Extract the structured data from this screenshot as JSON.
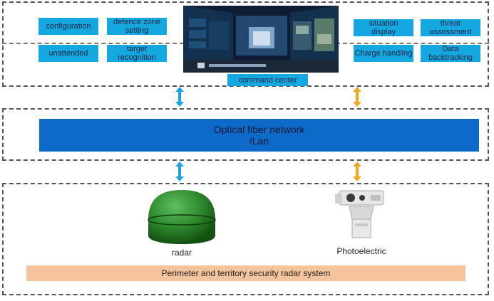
{
  "panel": {
    "functions": [
      {
        "label": "configuration"
      },
      {
        "label": "defence zone\nsetting"
      },
      {
        "label": "unattended"
      },
      {
        "label": "target\nrecognition"
      },
      {
        "label": "situation\ndisplay"
      },
      {
        "label": "threat\nassessment"
      },
      {
        "label": "Charge handling"
      },
      {
        "label": "Data\nbacktracking"
      }
    ],
    "command_center": "command center"
  },
  "network": {
    "label": "Optical fiber network\n/Lan"
  },
  "devices": {
    "radar": "radar",
    "photoelectric": "Photoelectric"
  },
  "system": {
    "label": "Perimeter and territory security radar system"
  },
  "colors": {
    "function_box": "#14a7e0",
    "network": "#0d6ac9",
    "arrow_blue": "#1aa3e0",
    "arrow_orange": "#f5a623",
    "radar_green": "#2e8b2e",
    "system_bar": "#f5c39c"
  }
}
